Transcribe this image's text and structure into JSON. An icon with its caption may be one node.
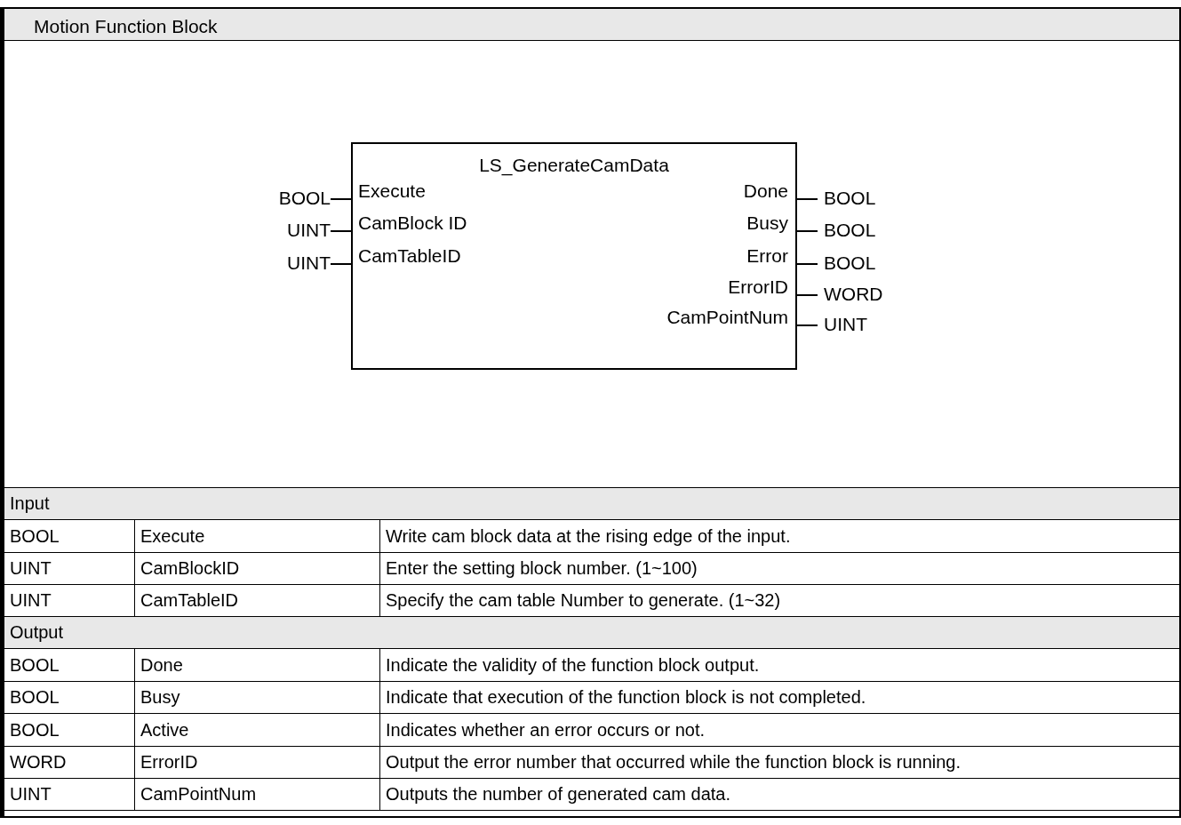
{
  "diagram": {
    "title": "Motion Function Block",
    "nodes": [
      {
        "text": [
          "LS_GenerateCamData",
          "Execute",
          "CamBlock ID",
          "CamTableID",
          "Done",
          "Busy",
          "Error",
          "ErrorID",
          "CamPointNum"
        ]
      },
      {
        "text": [
          "BOOL"
        ]
      },
      {
        "text": [
          "UINT"
        ]
      },
      {
        "text": [
          "UINT"
        ]
      },
      {
        "text": [
          "BOOL"
        ]
      },
      {
        "text": [
          "BOOL"
        ]
      },
      {
        "text": [
          "BOOL"
        ]
      },
      {
        "text": [
          "WORD"
        ]
      },
      {
        "text": [
          "UINT"
        ]
      }
    ],
    "edges": [
      {
        "from": 1,
        "to": 0,
        "arrow": "none"
      },
      {
        "from": 2,
        "to": 0,
        "arrow": "none"
      },
      {
        "from": 3,
        "to": 0,
        "arrow": "none"
      },
      {
        "from": 0,
        "to": 4,
        "arrow": "none"
      },
      {
        "from": 0,
        "to": 5,
        "arrow": "none"
      },
      {
        "from": 0,
        "to": 6,
        "arrow": "none"
      },
      {
        "from": 0,
        "to": 7,
        "arrow": "none"
      },
      {
        "from": 0,
        "to": 8,
        "arrow": "none"
      }
    ],
    "labels": [
      "Input",
      "BOOL",
      "Execute",
      "Write cam block data at the rising edge of the input.",
      "UINT",
      "CamBlockID",
      "Enter the setting block number. (1~100)",
      "UINT",
      "CamTableID",
      "Specify the cam table Number to generate. (1~32)",
      "Output",
      "BOOL",
      "Done",
      "Indicate the validity of the function block output.",
      "BOOL",
      "Busy",
      "Indicate that execution of the function block is not completed.",
      "BOOL",
      "Active",
      "Indicates whether an error occurs or not.",
      "WORD",
      "ErrorID",
      "Output the error number that occurred while the function block is running.",
      "UINT",
      "CamPointNum",
      "Outputs the number of generated cam data."
    ]
  }
}
